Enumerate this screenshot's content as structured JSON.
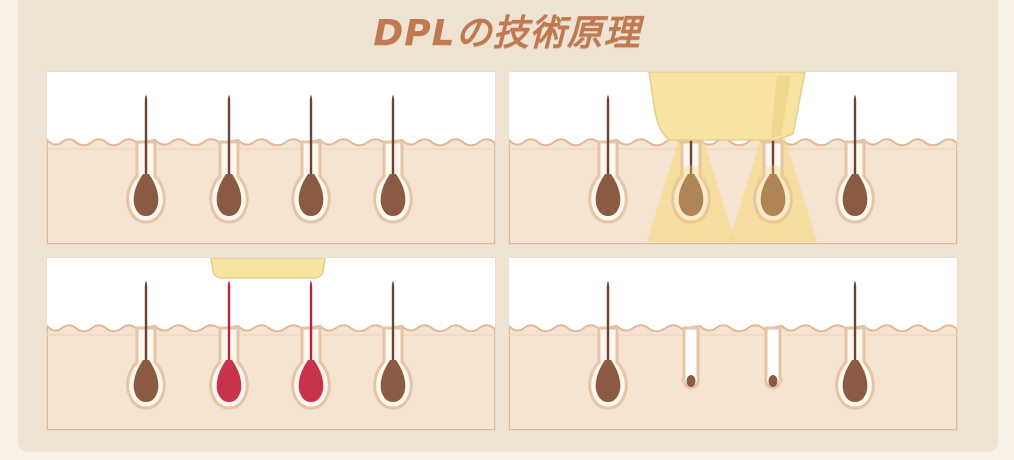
{
  "title": "DPLの技術原理",
  "colors": {
    "skin": "#f6e4d2",
    "skin_edge": "#e2b899",
    "follicle_wall": "#e6c4a6",
    "bulb_normal": "#8a5a42",
    "shaft_normal": "#6a4535",
    "bulb_heated": "#c8324a",
    "shaft_heated": "#b8243c",
    "device": "#f7e3a2",
    "light_beam": "#f4d877"
  },
  "panels": [
    {
      "stage": "before",
      "device": false,
      "follicles": [
        "normal",
        "normal",
        "normal",
        "normal"
      ]
    },
    {
      "stage": "light-applied",
      "device": true,
      "follicles": [
        "normal",
        "lit",
        "lit",
        "normal"
      ]
    },
    {
      "stage": "heat-absorbed",
      "device": true,
      "follicles": [
        "normal",
        "heated",
        "heated",
        "normal"
      ]
    },
    {
      "stage": "follicles-reduced",
      "device": false,
      "follicles": [
        "normal",
        "shrunk",
        "shrunk",
        "normal"
      ]
    }
  ]
}
